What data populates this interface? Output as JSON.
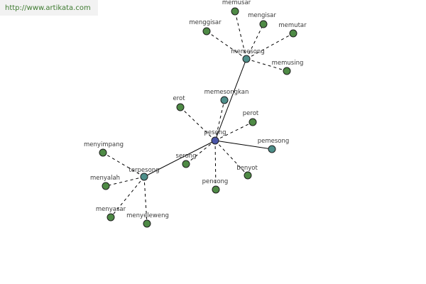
{
  "site_url": "http://www.artikata.com",
  "colors": {
    "center_node": "#4a55a8",
    "hub_node": "#4e8f8a",
    "leaf_node": "#4e8a45",
    "url_text": "#3d7a2f"
  },
  "nodes": [
    {
      "id": "pesong",
      "label": "pesong",
      "kind": "center"
    },
    {
      "id": "memesong",
      "label": "memesong",
      "kind": "hub"
    },
    {
      "id": "terpesong",
      "label": "terpesong",
      "kind": "hub"
    },
    {
      "id": "pemesong",
      "label": "pemesong",
      "kind": "hub"
    },
    {
      "id": "memesongkan",
      "label": "memesongkan",
      "kind": "hub"
    },
    {
      "id": "memusar",
      "label": "memusar",
      "kind": "leaf"
    },
    {
      "id": "menggisar",
      "label": "menggisar",
      "kind": "leaf"
    },
    {
      "id": "mengisar",
      "label": "mengisar",
      "kind": "leaf"
    },
    {
      "id": "memutar",
      "label": "memutar",
      "kind": "leaf"
    },
    {
      "id": "memusing",
      "label": "memusing",
      "kind": "leaf"
    },
    {
      "id": "erot",
      "label": "erot",
      "kind": "leaf"
    },
    {
      "id": "perot",
      "label": "perot",
      "kind": "leaf"
    },
    {
      "id": "serong",
      "label": "serong",
      "kind": "leaf"
    },
    {
      "id": "pencong",
      "label": "pencong",
      "kind": "leaf"
    },
    {
      "id": "benyot",
      "label": "benyot",
      "kind": "leaf"
    },
    {
      "id": "menyimpang",
      "label": "menyimpang",
      "kind": "leaf"
    },
    {
      "id": "menyalah",
      "label": "menyalah",
      "kind": "leaf"
    },
    {
      "id": "menyasar",
      "label": "menyasar",
      "kind": "leaf"
    },
    {
      "id": "menyeleweng",
      "label": "menyeleweng",
      "kind": "leaf"
    }
  ],
  "edges": [
    {
      "from": "pesong",
      "to": "memesong",
      "style": "solid"
    },
    {
      "from": "pesong",
      "to": "terpesong",
      "style": "solid"
    },
    {
      "from": "pesong",
      "to": "pemesong",
      "style": "solid"
    },
    {
      "from": "pesong",
      "to": "memesongkan",
      "style": "dashed"
    },
    {
      "from": "pesong",
      "to": "erot",
      "style": "dashed"
    },
    {
      "from": "pesong",
      "to": "perot",
      "style": "dashed"
    },
    {
      "from": "pesong",
      "to": "serong",
      "style": "dashed"
    },
    {
      "from": "pesong",
      "to": "pencong",
      "style": "dashed"
    },
    {
      "from": "pesong",
      "to": "benyot",
      "style": "dashed"
    },
    {
      "from": "memesong",
      "to": "memusar",
      "style": "dashed"
    },
    {
      "from": "memesong",
      "to": "menggisar",
      "style": "dashed"
    },
    {
      "from": "memesong",
      "to": "mengisar",
      "style": "dashed"
    },
    {
      "from": "memesong",
      "to": "memutar",
      "style": "dashed"
    },
    {
      "from": "memesong",
      "to": "memusing",
      "style": "dashed"
    },
    {
      "from": "terpesong",
      "to": "menyimpang",
      "style": "dashed"
    },
    {
      "from": "terpesong",
      "to": "menyalah",
      "style": "dashed"
    },
    {
      "from": "terpesong",
      "to": "menyasar",
      "style": "dashed"
    },
    {
      "from": "terpesong",
      "to": "menyeleweng",
      "style": "dashed"
    }
  ]
}
